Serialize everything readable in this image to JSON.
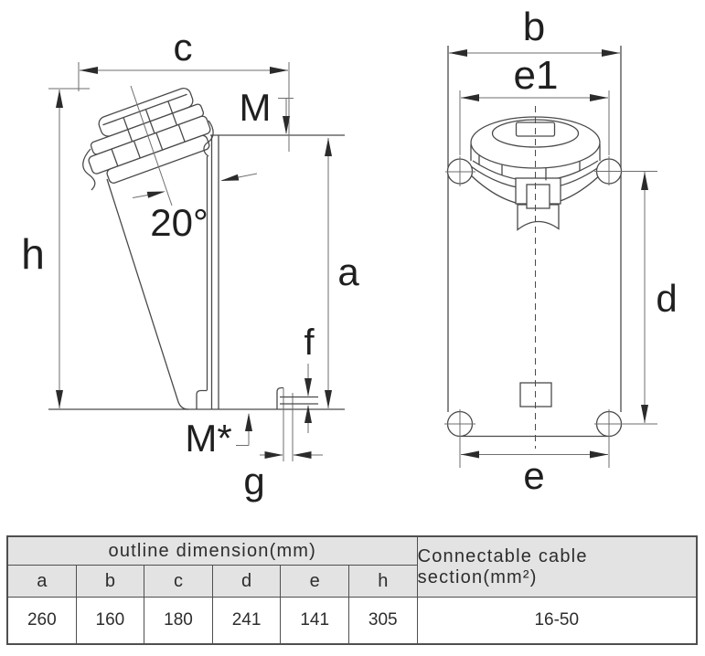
{
  "labels": {
    "c": "c",
    "m": "M",
    "h": "h",
    "angle": "20°",
    "a": "a",
    "f": "f",
    "m_star": "M*",
    "g": "g",
    "b": "b",
    "e1": "e1",
    "d": "d",
    "e": "e"
  },
  "table": {
    "header_left": "outline dimension(mm)",
    "header_right": "Connectable cable section(mm²)",
    "columns": [
      "a",
      "b",
      "c",
      "d",
      "e",
      "h"
    ],
    "values": [
      "260",
      "160",
      "180",
      "241",
      "141",
      "305"
    ],
    "cable_section": "16-50"
  },
  "colors": {
    "line": "#4a4a4a",
    "dim_line": "#6e6e6e",
    "arrow": "#2b2b2b",
    "text": "#1f1f1f",
    "table_border": "#4f4f4f",
    "table_header_bg": "#e3e3e3"
  }
}
